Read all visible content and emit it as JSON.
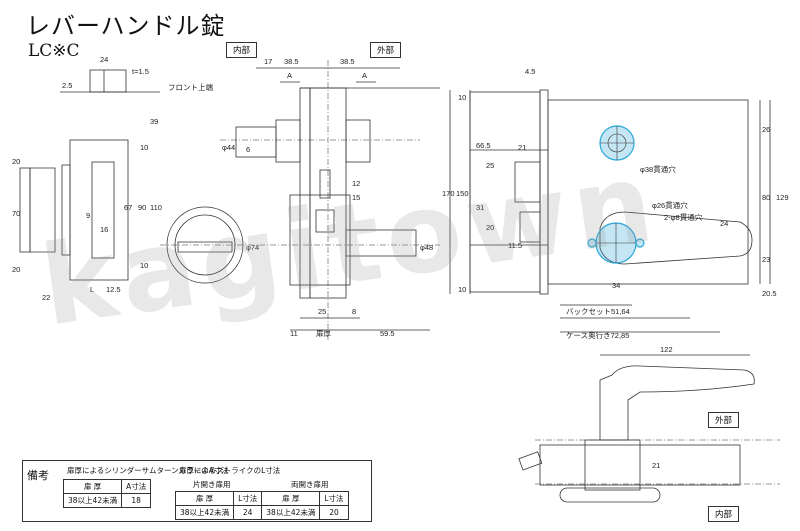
{
  "title": "レバーハンドル錠",
  "model": "LC※C",
  "tags": {
    "inner": "内部",
    "outer": "外部",
    "outer2": "外部",
    "inner2": "内部"
  },
  "watermark": "kagitown",
  "labels": {
    "front_top": "フロント上端",
    "door_thickness": "扉厚",
    "backset": "バックセット51,64",
    "case_depth": "ケース奥行き72,85",
    "hole38": "φ38貫通穴",
    "hole26": "φ26貫通穴",
    "hole8": "2-φ8貫通穴"
  },
  "dims": {
    "d24": "24",
    "d25": "2.5",
    "d15": "1.5",
    "t15": "t=1.5",
    "d39": "39",
    "d20a": "20",
    "d70": "70",
    "d20b": "20",
    "d10a": "10",
    "d67": "67",
    "d90": "90",
    "d110": "110",
    "d10b": "10",
    "d9": "9",
    "d16": "16",
    "d22": "22",
    "dL": "L",
    "d125": "12.5",
    "d17": "17",
    "d385a": "38.5",
    "d385b": "38.5",
    "dA1": "A",
    "dA2": "A",
    "d44": "φ44",
    "d6": "6",
    "d74": "φ74",
    "d48": "φ48",
    "d12": "12",
    "d15b": "15",
    "d25c": "25",
    "d8": "8",
    "d11": "11",
    "d595": "59.5",
    "d45": "4.5",
    "d10c": "10",
    "d665": "66.5",
    "d25d": "25",
    "d21": "21",
    "d31": "31",
    "d20c": "20",
    "d115": "11.5",
    "d170": "170",
    "d150": "150",
    "d10d": "10",
    "d26": "26",
    "d80": "80",
    "d129": "129",
    "d24b": "24",
    "d23": "23",
    "d205": "20.5",
    "d34": "34",
    "d122": "122",
    "d21b": "21"
  },
  "notes": {
    "label": "備考",
    "table1": {
      "caption": "扉厚によるシリンダーサムターンカラーのA寸法",
      "h1": "扉 厚",
      "h2": "A寸法",
      "r1": "38以上42未満",
      "r2": "18"
    },
    "table2": {
      "caption": "扉厚によるストライクのL寸法",
      "sub1": "片開き扉用",
      "sub2": "両開き扉用",
      "h1": "扉 厚",
      "h2": "L寸法",
      "h3": "扉 厚",
      "h4": "L寸法",
      "r1": "38以上42未満",
      "r2": "24",
      "r3": "38以上42未満",
      "r4": "20"
    }
  },
  "colors": {
    "line": "#333333",
    "highlight": "#2aa6d6"
  }
}
